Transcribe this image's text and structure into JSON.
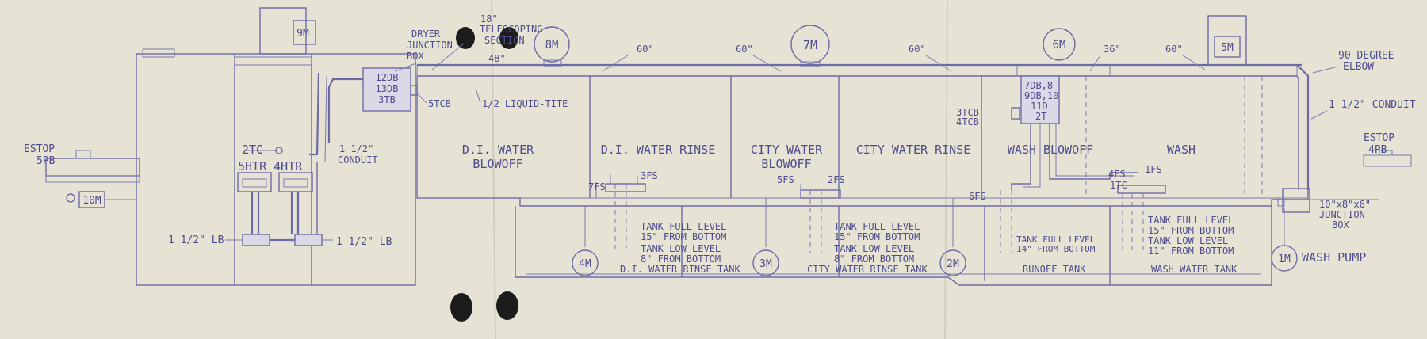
{
  "motors": {
    "m9": "9M",
    "m8": "8M",
    "m7": "7M",
    "m6": "6M",
    "m5": "5M",
    "m10": "10M",
    "m4": "4M",
    "m3": "3M",
    "m2": "2M",
    "m1": "1M"
  },
  "labels": {
    "estop_left": "ESTOP",
    "estop_left_pb": "5PB",
    "estop_right": "ESTOP",
    "estop_right_pb": "4PB",
    "dryer_1": "DRYER",
    "dryer_2": "JUNCTION",
    "dryer_3": "BOX",
    "tele_1": "18\"",
    "tele_2": "TELESCOPING",
    "tele_3": "SECTION",
    "jb_left_1": "12DB",
    "jb_left_2": "13DB",
    "jb_left_3": "3TB",
    "tcb5": "5TCB",
    "liquid_tite": "1/2 LIQUID-TITE",
    "tc2": "2TC",
    "conduit_mid_1": "1 1/2\"",
    "conduit_mid_2": "CONDUIT",
    "heaters": "5HTR 4HTR",
    "lb_left": "1 1/2\" LB",
    "lb_right": "1 1/2\" LB",
    "dim_48": "48\"",
    "dim_60a": "60\"",
    "dim_60b": "60\"",
    "dim_60c": "60\"",
    "dim_36": "36\"",
    "dim_60d": "60\"",
    "elbow_1": "90 DEGREE",
    "elbow_2": "ELBOW",
    "conduit_right": "1 1/2\" CONDUIT",
    "jb_right_1": "7DB,8",
    "jb_right_2": "9DB,10",
    "jb_right_3": "11D",
    "jb_right_4": "2T",
    "tcb3": "3TCB",
    "tcb4": "4TCB",
    "fs7": "7FS",
    "fs3": "3FS",
    "fs5": "5FS",
    "fs2": "2FS",
    "fs6": "6FS",
    "fs4": "4FS",
    "tc1": "1TC",
    "fs1": "1FS",
    "jb_10_1": "10\"x8\"x6\"",
    "jb_10_2": "JUNCTION",
    "jb_10_3": "BOX",
    "wash_pump": "WASH PUMP"
  },
  "sections": {
    "di_blowoff_1": "D.I. WATER",
    "di_blowoff_2": "BLOWOFF",
    "di_rinse": "D.I. WATER RINSE",
    "city_blowoff_1": "CITY WATER",
    "city_blowoff_2": "BLOWOFF",
    "city_rinse": "CITY WATER RINSE",
    "wash_blowoff": "WASH BLOWOFF",
    "wash": "WASH"
  },
  "tanks": {
    "di": {
      "full": "TANK FULL LEVEL",
      "full_d": "15\" FROM BOTTOM",
      "low": "TANK LOW LEVEL",
      "low_d": "8\" FROM BOTTOM",
      "name": "D.I. WATER RINSE TANK"
    },
    "city": {
      "full": "TANK FULL LEVEL",
      "full_d": "15\" FROM BOTTOM",
      "low": "TANK LOW LEVEL",
      "low_d": "8\" FROM BOTTOM",
      "name": "CITY WATER RINSE TANK"
    },
    "runoff": {
      "full": "TANK FULL LEVEL",
      "full_d": "14\" FROM BOTTOM",
      "name": "RUNOFF TANK"
    },
    "wash": {
      "full": "TANK FULL LEVEL",
      "full_d": "15\" FROM BOTTOM",
      "low": "TANK LOW LEVEL",
      "low_d": "11\" FROM BOTTOM",
      "name": "WASH WATER TANK"
    }
  },
  "colors": {
    "paper": "#e6e3d4",
    "ink": "#6e6aa6",
    "text": "#4f4b8f"
  }
}
